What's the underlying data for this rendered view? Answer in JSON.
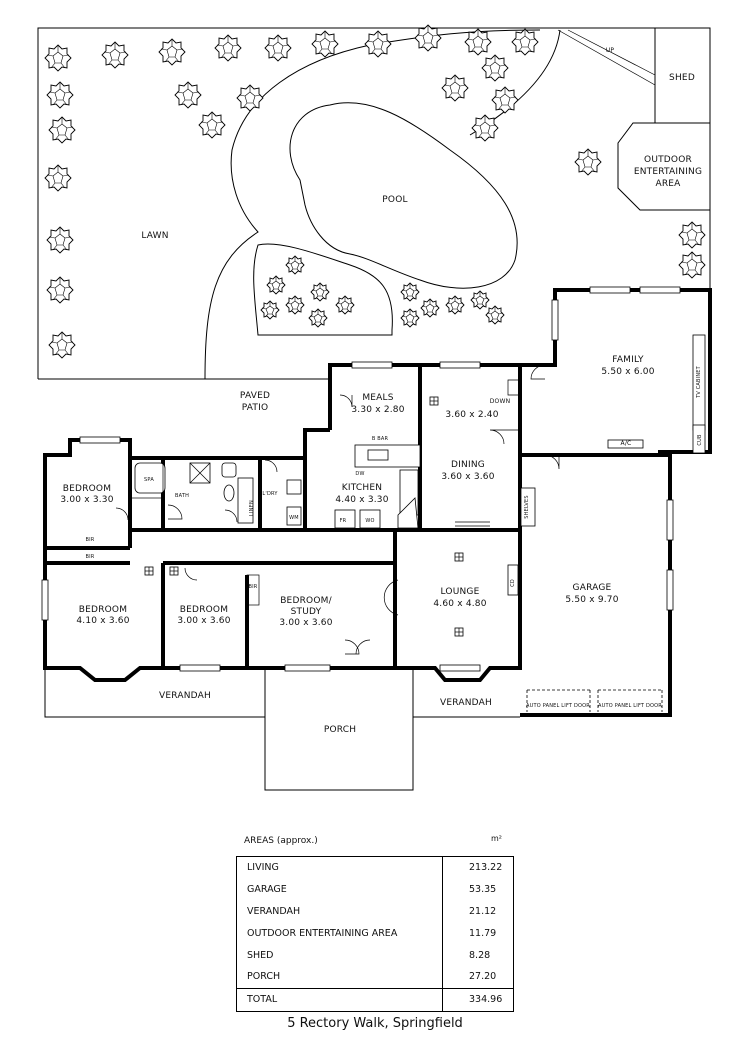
{
  "rooms": {
    "lawn": "LAWN",
    "pool": "POOL",
    "shed": "SHED",
    "up": "UP",
    "outdoor_entertaining_line1": "OUTDOOR",
    "outdoor_entertaining_line2": "ENTERTAINING",
    "outdoor_entertaining_line3": "AREA",
    "family_name": "FAMILY",
    "family_size": "5.50 x 6.00",
    "tv_cabinet": "TV CABINET",
    "cupboard": "CUB",
    "ac": "A/C",
    "paved_patio_line1": "PAVED",
    "paved_patio_line2": "PATIO",
    "meals_name": "MEALS",
    "meals_size": "3.30 x 2.80",
    "meals2_size": "3.60 x 2.40",
    "down": "DOWN",
    "b_bar": "B BAR",
    "dw": "DW",
    "kitchen_name": "KITCHEN",
    "kitchen_size": "4.40 x 3.30",
    "fr": "FR",
    "wo": "WO",
    "dining_name": "DINING",
    "dining_size": "3.60 x 3.60",
    "shelves": "SHELVES",
    "bedroom1_name": "BEDROOM",
    "bedroom1_size": "3.00 x 3.30",
    "spa": "SPA",
    "bath": "BATH",
    "ldry": "L'DRY",
    "linen": "LINEN",
    "wm": "WM",
    "bir": "BIR",
    "bedroom2_name": "BEDROOM",
    "bedroom2_size": "4.10 x 3.60",
    "bedroom3_name": "BEDROOM",
    "bedroom3_size": "3.00 x 3.60",
    "study_line1": "BEDROOM/",
    "study_line2": "STUDY",
    "study_size": "3.00 x 3.60",
    "lounge_name": "LOUNGE",
    "lounge_size": "4.60 x 4.80",
    "cd": "CD",
    "garage_name": "GARAGE",
    "garage_size": "5.50 x 9.70",
    "auto_door": "AUTO PANEL LIFT DOOR",
    "verandah": "VERANDAH",
    "porch": "PORCH"
  },
  "areas": {
    "heading": "AREAS   (approx.)",
    "unit": "m²",
    "rows": [
      {
        "label": "LIVING",
        "value": "213.22"
      },
      {
        "label": "GARAGE",
        "value": "53.35"
      },
      {
        "label": "VERANDAH",
        "value": "21.12"
      },
      {
        "label": "OUTDOOR ENTERTAINING AREA",
        "value": "11.79"
      },
      {
        "label": "SHED",
        "value": "8.28"
      },
      {
        "label": "PORCH",
        "value": "27.20"
      }
    ],
    "total_label": "TOTAL",
    "total_value": "334.96"
  },
  "address": "5 Rectory Walk, Springfield"
}
